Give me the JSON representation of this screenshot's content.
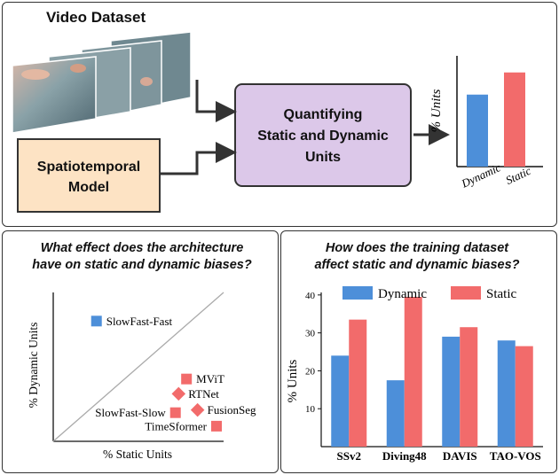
{
  "top": {
    "dataset_label": "Video Dataset",
    "model_label": [
      "Spatiotemporal",
      "Model"
    ],
    "quantify_label": [
      "Quantifying",
      "Static and Dynamic",
      "Units"
    ],
    "mini_chart": {
      "ylabel": "% Units",
      "categories": [
        "Dynamic",
        "Static"
      ],
      "values": [
        0.65,
        0.85
      ],
      "colors": [
        "#4d8fd9",
        "#f26b6b"
      ]
    }
  },
  "left": {
    "question": [
      "What effect does the architecture",
      "have on static and dynamic biases?"
    ],
    "xlabel": "% Static Units",
    "ylabel": "% Dynamic Units",
    "points": [
      {
        "label": "SlowFast-Fast",
        "shape": "square",
        "x": 0.24,
        "y": 0.84
      },
      {
        "label": "MViT",
        "shape": "square",
        "x": 0.81,
        "y": 0.41
      },
      {
        "label": "RTNet",
        "shape": "diamond",
        "x": 0.76,
        "y": 0.3
      },
      {
        "label": "SlowFast-Slow",
        "shape": "square",
        "x": 0.74,
        "y": 0.16
      },
      {
        "label": "FusionSeg",
        "shape": "diamond",
        "x": 0.88,
        "y": 0.18
      },
      {
        "label": "TimeSformer",
        "shape": "square",
        "x": 1.0,
        "y": 0.06
      }
    ],
    "point_color": "#f26b6b",
    "highlight_color": "#4d8fd9"
  },
  "right": {
    "question": [
      "How does the training dataset",
      "affect static and dynamic biases?"
    ],
    "chart_data": {
      "type": "bar",
      "categories": [
        "SSv2",
        "Diving48",
        "DAVIS",
        "TAO-VOS"
      ],
      "series": [
        {
          "name": "Dynamic",
          "values": [
            24,
            17.5,
            29,
            28
          ],
          "color": "#4d8fd9"
        },
        {
          "name": "Static",
          "values": [
            33.5,
            39.5,
            31.5,
            26.5
          ],
          "color": "#f26b6b"
        }
      ],
      "ylabel": "% Units",
      "yticks": [
        10,
        20,
        30,
        40
      ],
      "ylim": [
        0,
        43
      ]
    }
  }
}
